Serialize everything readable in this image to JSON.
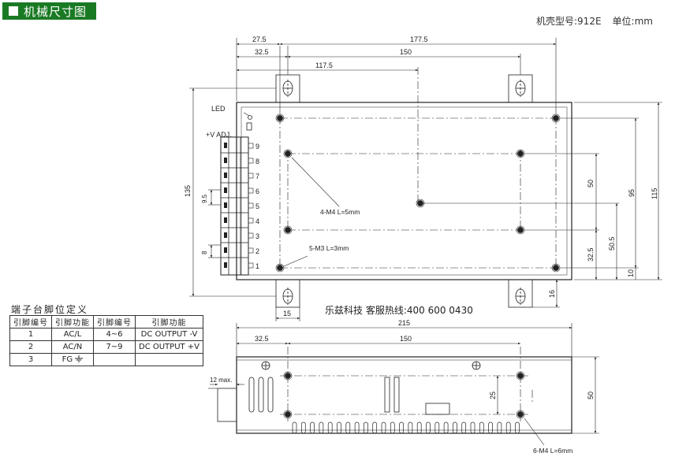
{
  "header": {
    "title": "机械尺寸图"
  },
  "model_info": {
    "case_model": "机壳型号:912E",
    "unit": "单位:mm"
  },
  "top_view": {
    "dims": {
      "d27_5": "27.5",
      "d177_5": "177.5",
      "d32_5": "32.5",
      "d150": "150",
      "d117_5": "117.5",
      "d135": "135",
      "d115": "115",
      "d95": "95",
      "d50": "50",
      "d50_5": "50.5",
      "d32_5v": "32.5",
      "d10": "10",
      "d16": "16",
      "d15": "15",
      "d9_5": "9.5",
      "d8": "8"
    },
    "labels": {
      "led": "LED",
      "vadj": "+V ADJ.",
      "m4": "4-M4 L=5mm",
      "m3": "5-M3 L=3mm"
    },
    "terminals": [
      "9",
      "8",
      "7",
      "6",
      "5",
      "4",
      "3",
      "2",
      "1"
    ]
  },
  "side_view": {
    "dims": {
      "d215": "215",
      "d32_5": "32.5",
      "d150": "150",
      "d12max": "12 max.",
      "d25": "25",
      "d50": "50"
    },
    "labels": {
      "m4": "6-M4 L=6mm"
    }
  },
  "hotline": "乐兹科技 客服热线:400 600 0430",
  "pin_table": {
    "title": "端子台脚位定义",
    "headers": [
      "引脚编号",
      "引脚功能",
      "引脚编号",
      "引脚功能"
    ],
    "rows": [
      [
        "1",
        "AC/L",
        "4~6",
        "DC OUTPUT -V"
      ],
      [
        "2",
        "AC/N",
        "7~9",
        "DC OUTPUT +V"
      ],
      [
        "3",
        "FG",
        "",
        ""
      ]
    ]
  }
}
